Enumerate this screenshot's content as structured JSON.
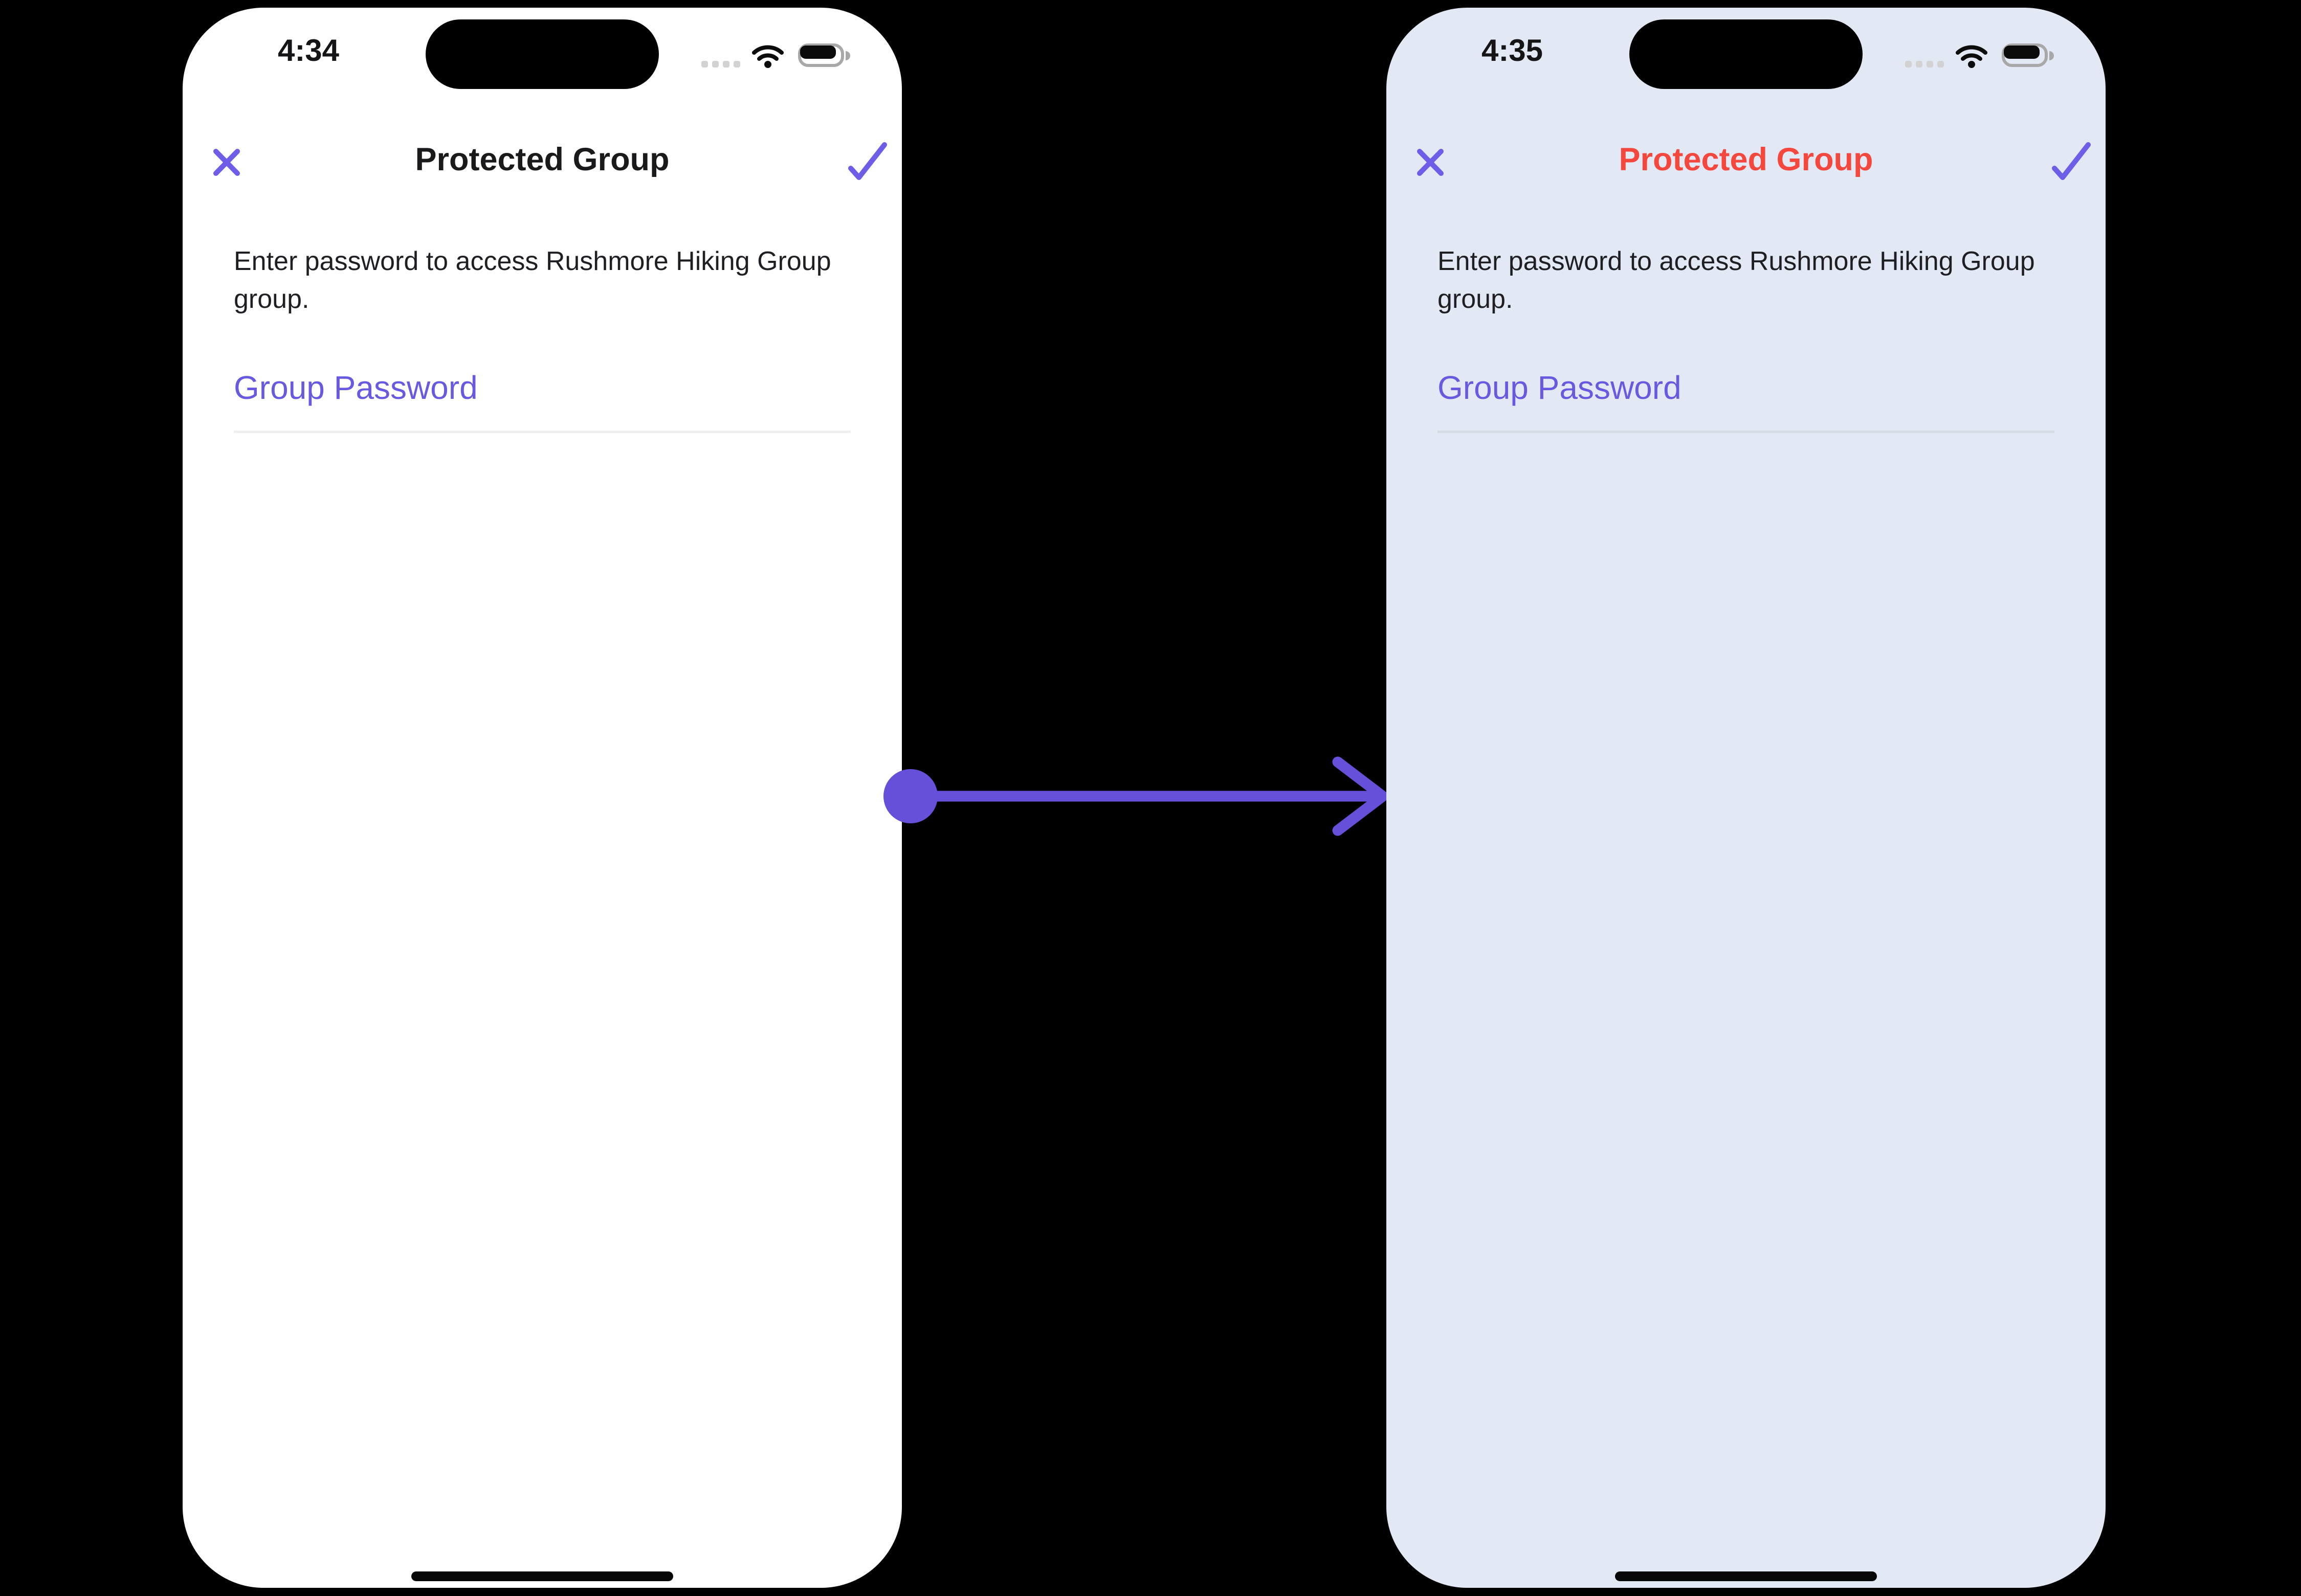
{
  "scene": {
    "background_color": "#000000",
    "description": "Before and after states of a mobile 'Protected Group' password screen"
  },
  "arrow": {
    "icon": "transition-arrow",
    "direction": "left-to-right",
    "color": "#6650d9"
  },
  "phones": [
    {
      "variant": "before",
      "background_color": "#ffffff",
      "status_bar": {
        "time": "4:34",
        "cellular_icon": "cellular-signal-dots",
        "wifi_icon": "wifi",
        "battery_icon": "battery-full"
      },
      "nav": {
        "close_icon": "x-mark",
        "confirm_icon": "checkmark",
        "icon_color": "#6e5de7",
        "title": "Protected Group",
        "title_color": "#1a1a1c"
      },
      "description": "Enter password to access Rushmore Hiking Group group.",
      "field": {
        "label": "Group Password",
        "label_color": "#675ae0",
        "value": "",
        "underline_color": "#efefef"
      }
    },
    {
      "variant": "after",
      "background_color": "#e3e9f4",
      "status_bar": {
        "time": "4:35",
        "cellular_icon": "cellular-signal-dots",
        "wifi_icon": "wifi",
        "battery_icon": "battery-full"
      },
      "nav": {
        "close_icon": "x-mark",
        "confirm_icon": "checkmark",
        "icon_color": "#6e5de7",
        "title": "Protected Group",
        "title_color": "#f4473d"
      },
      "description": "Enter password to access Rushmore Hiking Group group.",
      "field": {
        "label": "Group Password",
        "label_color": "#675ae0",
        "value": "",
        "underline_color": "#d7dbe5"
      }
    }
  ]
}
